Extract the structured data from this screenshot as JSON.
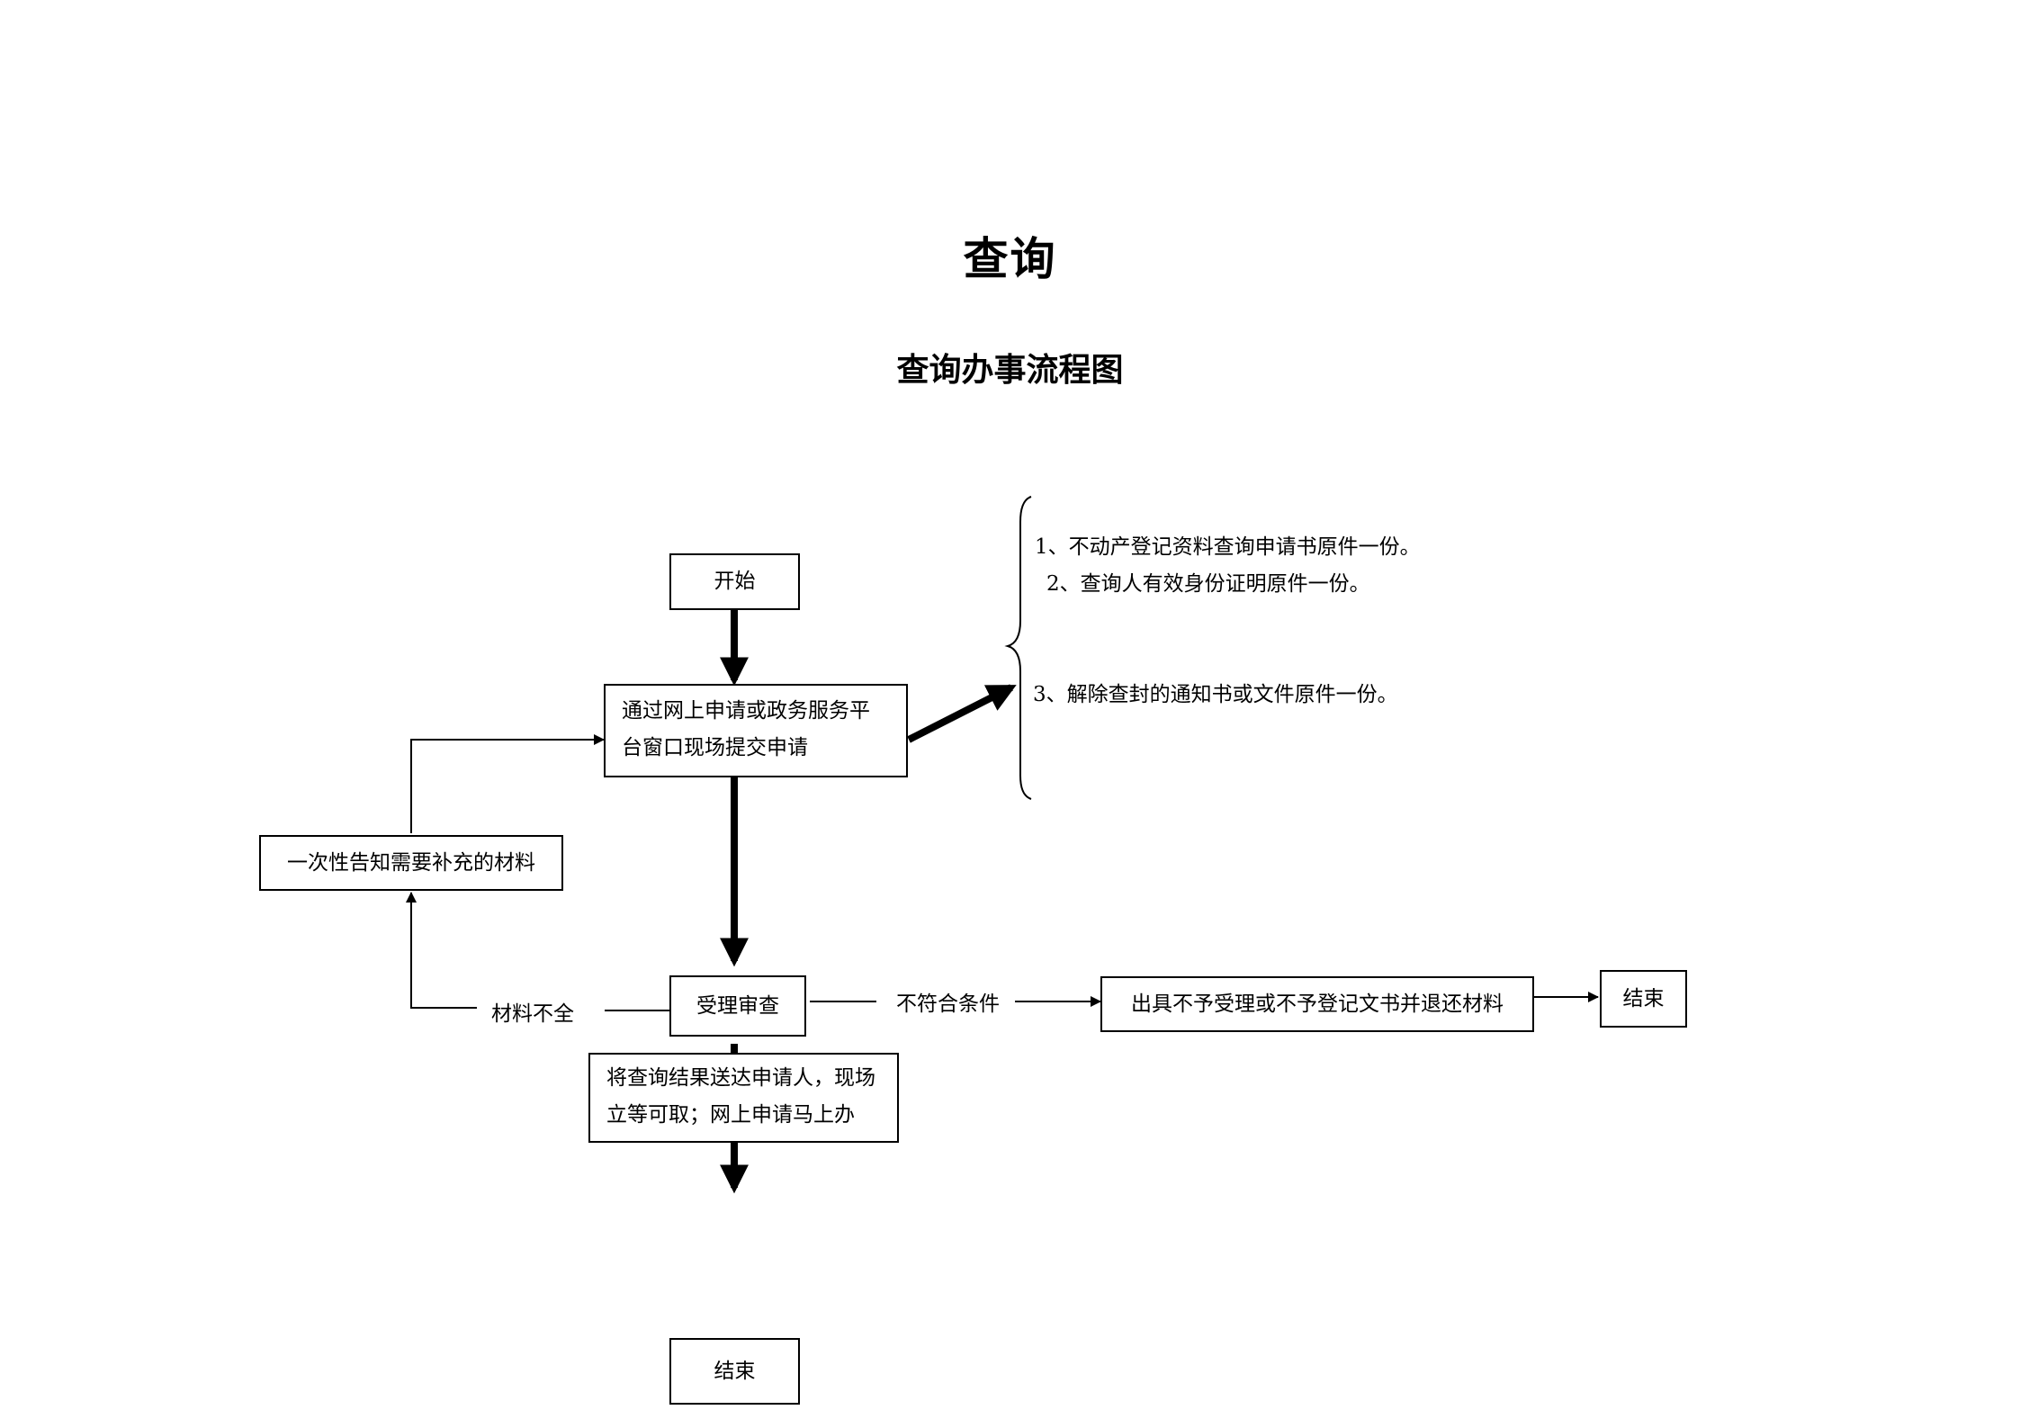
{
  "title": "查询",
  "subtitle": "查询办事流程图",
  "nodes": {
    "start": "开始",
    "submit_line1": "通过网上申请或政务服务平",
    "submit_line2": "台窗口现场提交申请",
    "notify": "一次性告知需要补充的材料",
    "review": "受理审查",
    "reject": "出具不予受理或不予登记文书并退还材料",
    "end_right": "结束",
    "result_line1": "将查询结果送达申请人，现场",
    "result_line2": "立等可取；网上申请马上办",
    "end_bottom": "结束"
  },
  "edge_labels": {
    "incomplete": "材料不全",
    "not_qualified": "不符合条件"
  },
  "requirements": [
    "1、不动产登记资料查询申请书原件一份。",
    "2、查询人有效身份证明原件一份。",
    "3、解除查封的通知书或文件原件一份。"
  ]
}
